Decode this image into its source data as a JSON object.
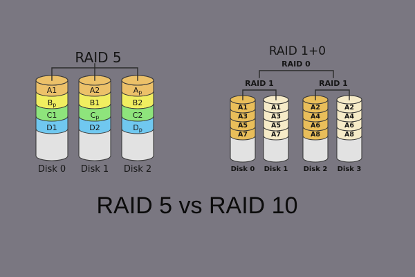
{
  "caption": "RAID 5 vs RAID 10",
  "colors": {
    "background": "#7a7781",
    "disk_body": "#e2e2e2",
    "stripe_a_amber": "#ecc169",
    "stripe_b_yellow": "#f0ee60",
    "stripe_c_green": "#8ee47c",
    "stripe_d_blue": "#70c8f0"
  },
  "raid5": {
    "title": "RAID 5",
    "disks": [
      {
        "label": "Disk 0",
        "bands": [
          {
            "main": "A1",
            "sub": ""
          },
          {
            "main": "B",
            "sub": "p"
          },
          {
            "main": "C1",
            "sub": ""
          },
          {
            "main": "D1",
            "sub": ""
          }
        ]
      },
      {
        "label": "Disk 1",
        "bands": [
          {
            "main": "A2",
            "sub": ""
          },
          {
            "main": "B1",
            "sub": ""
          },
          {
            "main": "C",
            "sub": "p"
          },
          {
            "main": "D2",
            "sub": ""
          }
        ]
      },
      {
        "label": "Disk 2",
        "bands": [
          {
            "main": "A",
            "sub": "p"
          },
          {
            "main": "B2",
            "sub": ""
          },
          {
            "main": "C2",
            "sub": ""
          },
          {
            "main": "D",
            "sub": "p"
          }
        ]
      }
    ]
  },
  "raid10": {
    "title": "RAID 1+0",
    "raid0_label": "RAID 0",
    "raid1_left_label": "RAID 1",
    "raid1_right_label": "RAID 1",
    "disks": [
      {
        "label": "Disk 0",
        "color": "#e9be5a",
        "bands": [
          "A1",
          "A3",
          "A5",
          "A7"
        ]
      },
      {
        "label": "Disk 1",
        "color": "#f6ebc8",
        "bands": [
          "A1",
          "A3",
          "A5",
          "A7"
        ]
      },
      {
        "label": "Disk 2",
        "color": "#e9be5a",
        "bands": [
          "A2",
          "A4",
          "A6",
          "A8"
        ]
      },
      {
        "label": "Disk 3",
        "color": "#f6ebc8",
        "bands": [
          "A2",
          "A4",
          "A6",
          "A8"
        ]
      }
    ]
  }
}
